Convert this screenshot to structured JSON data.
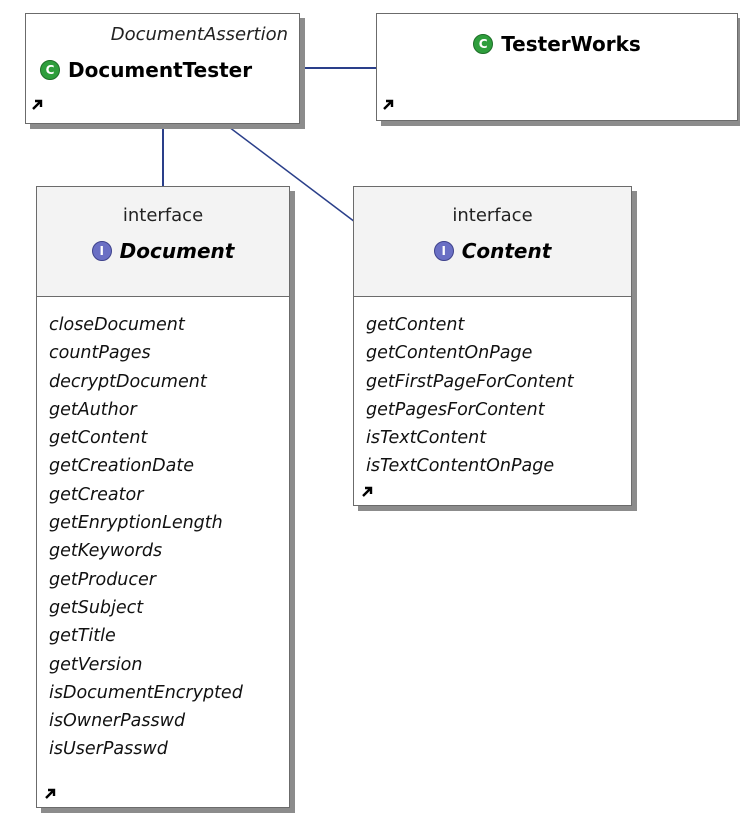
{
  "diagram": {
    "document_tester": {
      "stereotype": "DocumentAssertion",
      "name": "DocumentTester",
      "icon": "class-icon"
    },
    "tester_works": {
      "name": "TesterWorks",
      "icon": "class-icon"
    },
    "document": {
      "stereotype": "interface",
      "name": "Document",
      "icon": "interface-icon",
      "methods": [
        "closeDocument",
        "countPages",
        "decryptDocument",
        "getAuthor",
        "getContent",
        "getCreationDate",
        "getCreator",
        "getEnryptionLength",
        "getKeywords",
        "getProducer",
        "getSubject",
        "getTitle",
        "getVersion",
        "isDocumentEncrypted",
        "isOwnerPasswd",
        "isUserPasswd"
      ]
    },
    "content": {
      "stereotype": "interface",
      "name": "Content",
      "icon": "interface-icon",
      "methods": [
        "getContent",
        "getContentOnPage",
        "getFirstPageForContent",
        "getPagesForContent",
        "isTextContent",
        "isTextContentOnPage"
      ]
    },
    "colors": {
      "class_icon": "#2e9e3c",
      "interface_icon": "#6a6fc4",
      "line": "#2a3f8a",
      "shadow": "#8c8c8c"
    }
  }
}
